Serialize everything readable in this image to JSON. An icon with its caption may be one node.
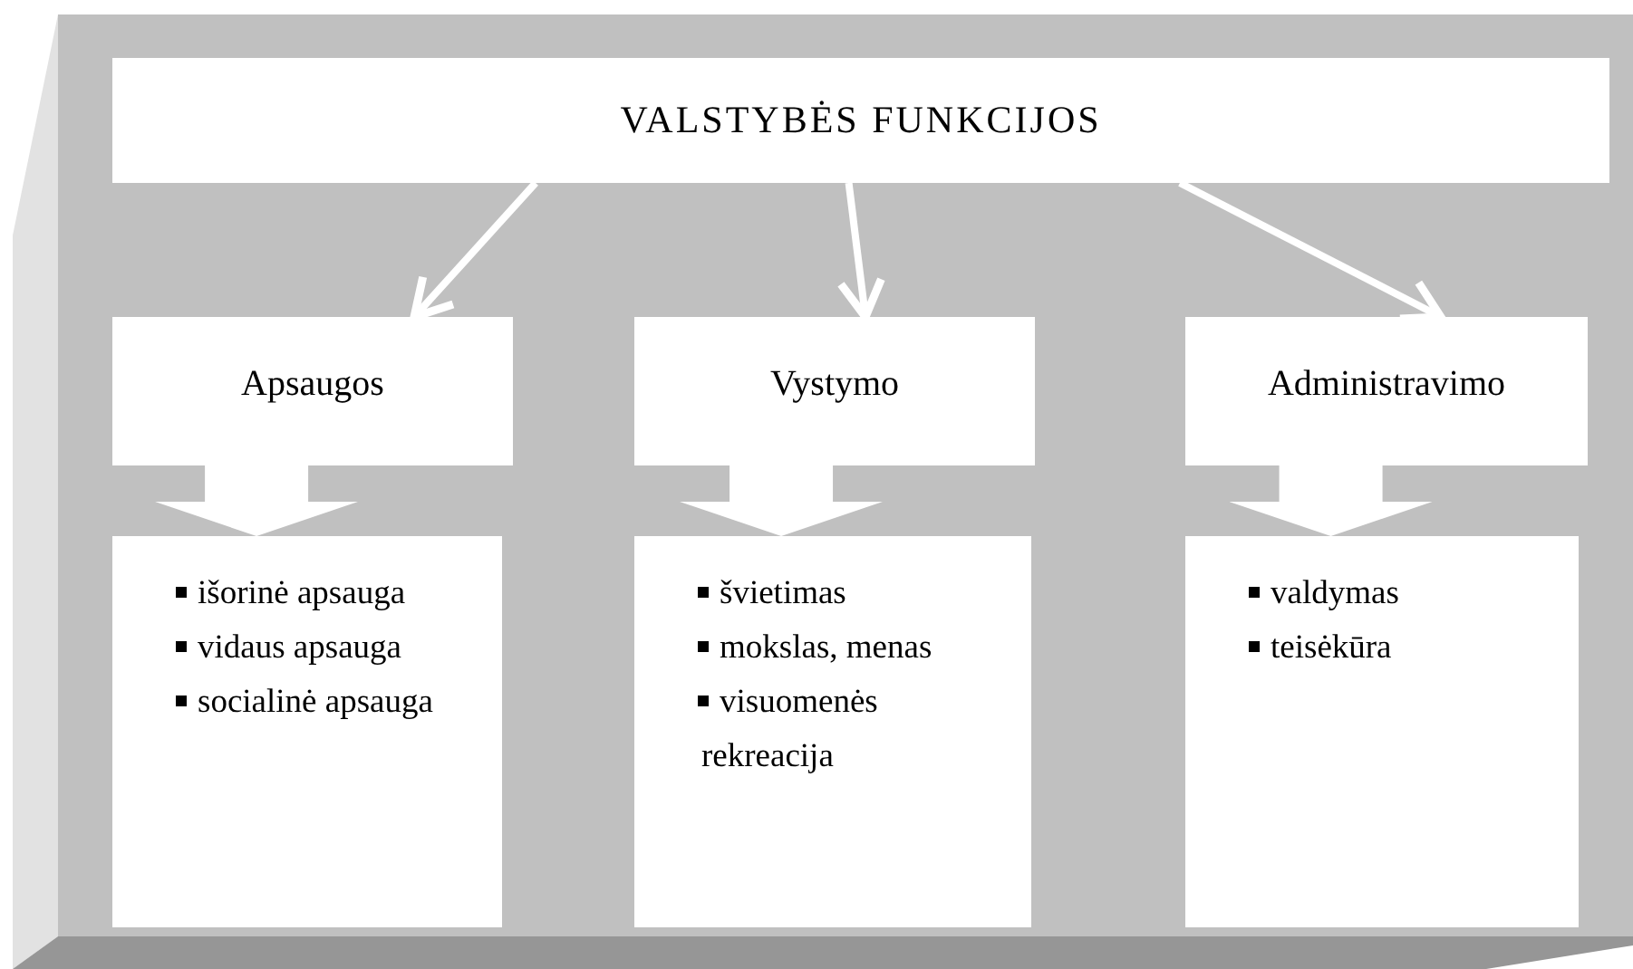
{
  "diagram": {
    "nodes": [
      {
        "text": [
          "VALSTYBĖS FUNKCIJOS"
        ]
      },
      {
        "text": [
          "Apsaugos"
        ]
      },
      {
        "text": [
          "Vystymo"
        ]
      },
      {
        "text": [
          "Administravimo"
        ]
      },
      {
        "text": [
          "išorinė apsauga",
          "vidaus apsauga",
          "socialinė apsauga"
        ]
      },
      {
        "text": [
          "švietimas",
          "mokslas, menas",
          "visuomenės rekreacija"
        ]
      },
      {
        "text": [
          "valdymas",
          "teisėkūra"
        ]
      }
    ],
    "edges": [
      {
        "from": 0,
        "to": 1,
        "arrow": "to"
      },
      {
        "from": 0,
        "to": 2,
        "arrow": "to"
      },
      {
        "from": 0,
        "to": 3,
        "arrow": "to"
      },
      {
        "from": 1,
        "to": 4,
        "arrow": "to",
        "style": "thick"
      },
      {
        "from": 2,
        "to": 5,
        "arrow": "to",
        "style": "thick"
      },
      {
        "from": 3,
        "to": 6,
        "arrow": "to",
        "style": "thick"
      }
    ]
  }
}
